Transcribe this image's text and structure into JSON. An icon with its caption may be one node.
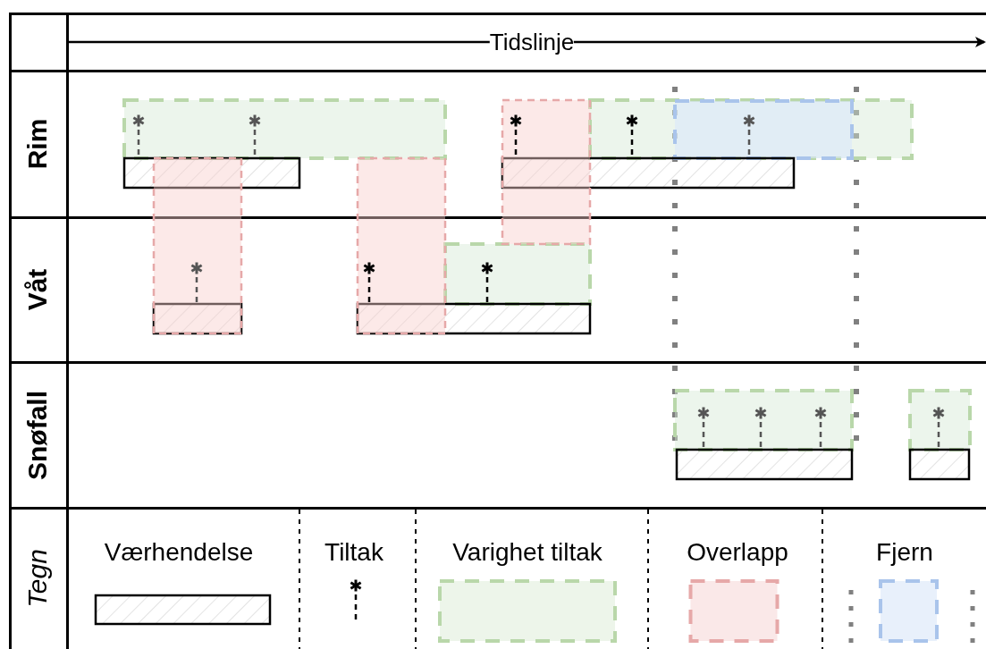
{
  "diagram": {
    "labels": [
      "Tidslinje",
      "Rim",
      "Våt",
      "Snøfall",
      "Tegn"
    ],
    "legend": [
      {
        "text": "Værhendelse"
      },
      {
        "text": "Tiltak"
      },
      {
        "text": "Varighet tiltak",
        "color": "#edf5ea"
      },
      {
        "text": "Overlapp",
        "color": "#fae8e8"
      },
      {
        "text": "Fjern",
        "color": "#e8f0fb"
      }
    ]
  }
}
